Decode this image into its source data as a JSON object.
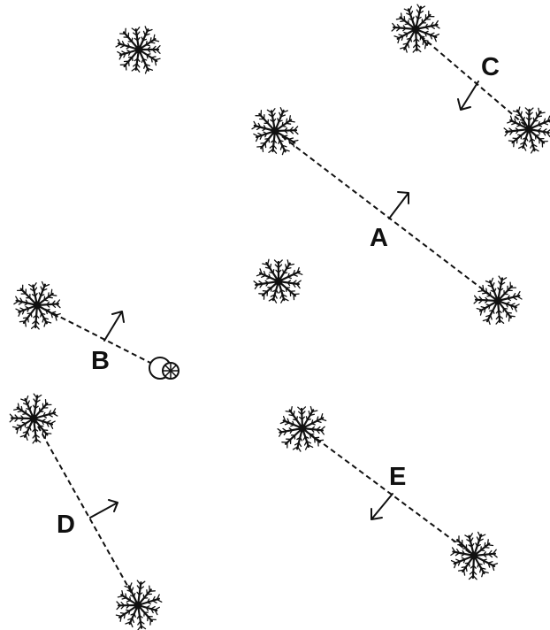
{
  "labels": {
    "a": "A",
    "b": "B",
    "c": "C",
    "d": "D",
    "e": "E"
  },
  "icons": {
    "tree": "tree-icon",
    "wheel": "wheel-icon",
    "arrow": "arrow-icon"
  },
  "colors": {
    "ink": "#111111",
    "background": "#ffffff"
  }
}
